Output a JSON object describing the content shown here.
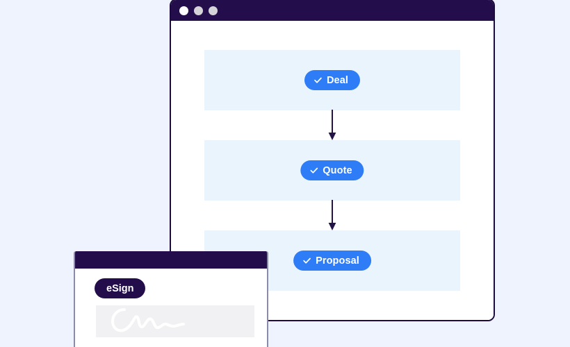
{
  "background_color": "#eef3fe",
  "main_window": {
    "name": "workflow-window",
    "titlebar": {
      "color": "#230d4a",
      "dots": [
        {
          "name": "close-dot",
          "color": "#ffffff"
        },
        {
          "name": "minimize-dot",
          "color": "#d4d4d8"
        },
        {
          "name": "maximize-dot",
          "color": "#d4d4d8"
        }
      ]
    },
    "border_color": "#1d0b3f",
    "row_background": "#e9f4fd",
    "badge_color": "#2e7cf6",
    "badge_text_color": "#ffffff",
    "arrow_color": "#231447",
    "stages": [
      {
        "label": "Deal",
        "icon": "check-icon",
        "completed": true
      },
      {
        "label": "Quote",
        "icon": "check-icon",
        "completed": true
      },
      {
        "label": "Proposal",
        "icon": "check-icon",
        "completed": true
      }
    ],
    "connectors": [
      {
        "name": "arrow-deal-to-quote",
        "icon": "arrow-down-icon"
      },
      {
        "name": "arrow-quote-to-proposal",
        "icon": "arrow-down-icon"
      }
    ]
  },
  "esign_window": {
    "name": "esign-window",
    "titlebar": {
      "color": "#230d4a"
    },
    "border_color": "#8b8aa8",
    "badge": {
      "label": "eSign",
      "color": "#230d4a",
      "text_color": "#ffffff"
    },
    "signature_field": {
      "name": "signature-field",
      "background": "#f1f1f3",
      "stroke_color": "#ffffff",
      "icon": "signature-scribble-icon"
    }
  }
}
